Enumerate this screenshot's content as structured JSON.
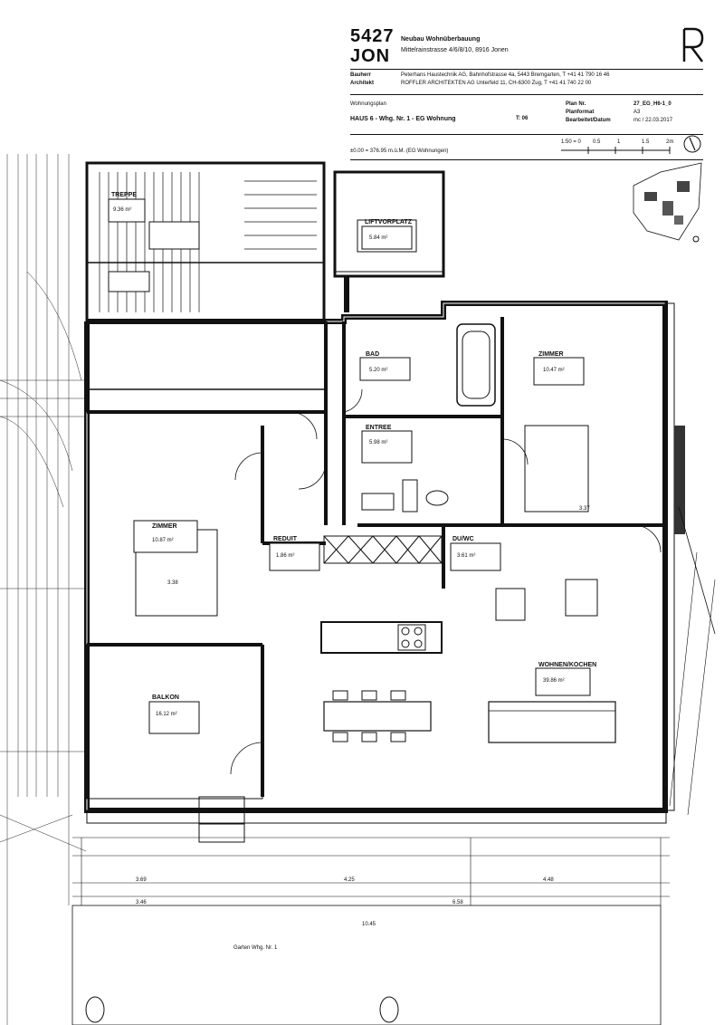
{
  "header": {
    "project_number": "5427",
    "project_code": "JON",
    "project_title": "Neubau Wohnüberbauung",
    "project_address": "Mittelrainstrasse 4/6/8/10, 8916 Jonen",
    "owner_label": "Bauherr",
    "owner_value": "Peterhans Haustechnik AG, Bahnhofstrasse 4a, 5443 Bremgarten, T +41 41 790 16 46",
    "architect_label": "Architekt",
    "architect_value": "ROFFLER ARCHITEKTEN AG Unterfeld 11, CH-6300 Zug, T +41 41 740 22 00",
    "doc_type": "Wohnungsplan",
    "plan_title": "HAUS 6 - Whg. Nr. 1 - EG Wohnung",
    "plan_no_label": "Plan Nr.",
    "plan_no_value": "27_EG_H6-1_0",
    "format_label": "Planformat",
    "format_value": "A3",
    "date_label": "Bearbeitet/Datum",
    "date_value": "mc / 22.03.2017",
    "type_code": "T: 06",
    "elevation_note": "±0.00 = 376.95 m.ü.M. (EG Wohnungen)",
    "scale_label": "1:50 = 0",
    "scale_ticks": [
      "0.5",
      "1",
      "1.5",
      "2m"
    ]
  },
  "rooms": [
    {
      "id": "zimmer-left",
      "name": "ZIMMER",
      "area": "10.87 m²"
    },
    {
      "id": "zimmer-right",
      "name": "ZIMMER",
      "area": "10.47 m²"
    },
    {
      "id": "bad",
      "name": "BAD",
      "area": "5.20 m²"
    },
    {
      "id": "entree",
      "name": "ENTREE",
      "area": "5.98 m²"
    },
    {
      "id": "reduit",
      "name": "REDUIT",
      "area": "1.86 m²"
    },
    {
      "id": "dusche-wc",
      "name": "DU/WC",
      "area": "3.61 m²"
    },
    {
      "id": "wohnen-kochen",
      "name": "WOHNEN/KOCHEN",
      "area": "39.86 m²"
    },
    {
      "id": "balkon",
      "name": "BALKON",
      "area": "16.12 m²"
    },
    {
      "id": "liftvorplatz",
      "name": "LIFTVORPLATZ",
      "area": "5.84 m²"
    },
    {
      "id": "treppe",
      "name": "TREPPE",
      "area": "9.36 m²"
    }
  ],
  "dimensions": {
    "total_width": "10.45",
    "balcony_width": "3.46",
    "living_width": "6.58",
    "left_sub": "3.69",
    "mid_sub": "4.25",
    "right_sub": "4.48",
    "room_left_width": "3.38",
    "room_right_width": "3.37",
    "garden_label": "Garten Whg. Nr. 1"
  }
}
